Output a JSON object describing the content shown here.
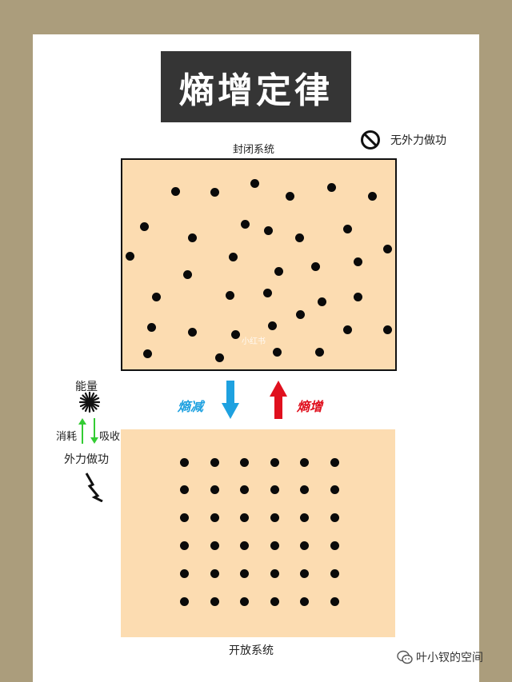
{
  "title": "熵增定律",
  "closed_system_label": "封闭系统",
  "open_system_label": "开放系统",
  "no_external_work_label": "无外力做功",
  "entropy_decrease_label": "熵减",
  "entropy_increase_label": "熵增",
  "energy_label": "能量",
  "consume_label": "消耗",
  "absorb_label": "吸收",
  "external_work_label": "外力做功",
  "watermark": "小红书",
  "footer_account": "叶小钗的空间",
  "colors": {
    "page_border": "#ab9d7c",
    "title_bg": "#353535",
    "box_fill": "#fcdcb1",
    "down_arrow": "#1ea1e0",
    "up_arrow": "#e0101e",
    "green_arrow": "#33cc33"
  },
  "icons": [
    "no-entry-icon",
    "energy-star-icon",
    "lightning-bolt-icon",
    "wechat-icon"
  ]
}
